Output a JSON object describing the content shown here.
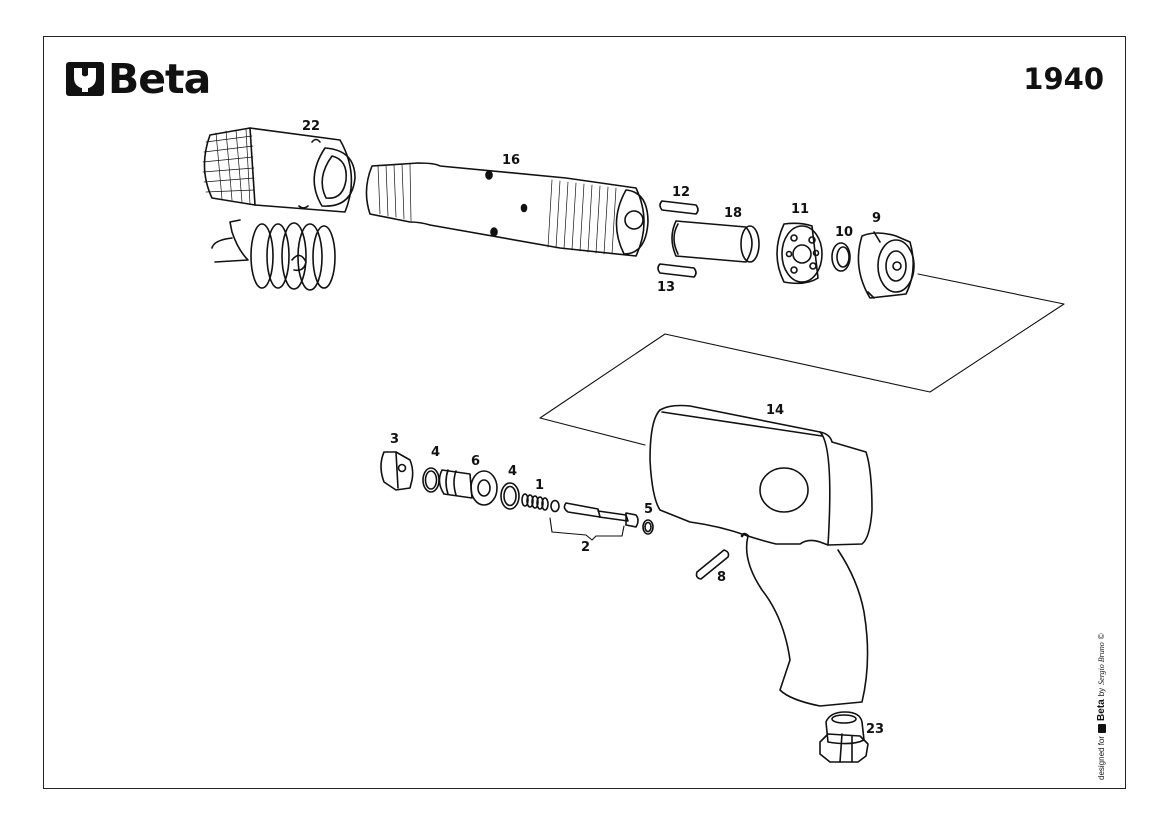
{
  "header": {
    "brand": "Beta",
    "model_number": "1940"
  },
  "parts": [
    {
      "number": "22"
    },
    {
      "number": "16"
    },
    {
      "number": "12"
    },
    {
      "number": "18"
    },
    {
      "number": "11"
    },
    {
      "number": "10"
    },
    {
      "number": "9"
    },
    {
      "number": "13"
    },
    {
      "number": "14"
    },
    {
      "number": "3"
    },
    {
      "number": "4"
    },
    {
      "number": "6"
    },
    {
      "number": "4"
    },
    {
      "number": "1"
    },
    {
      "number": "5"
    },
    {
      "number": "2"
    },
    {
      "number": "8"
    },
    {
      "number": "23"
    }
  ],
  "footer": {
    "designed_for": "designed for",
    "brand": "Beta",
    "by": "by",
    "designer": "Sergio Bruno",
    "copyright": "©"
  },
  "icons": [
    "beta-logo-icon"
  ],
  "colors": {
    "ink": "#111111",
    "background": "#ffffff"
  }
}
